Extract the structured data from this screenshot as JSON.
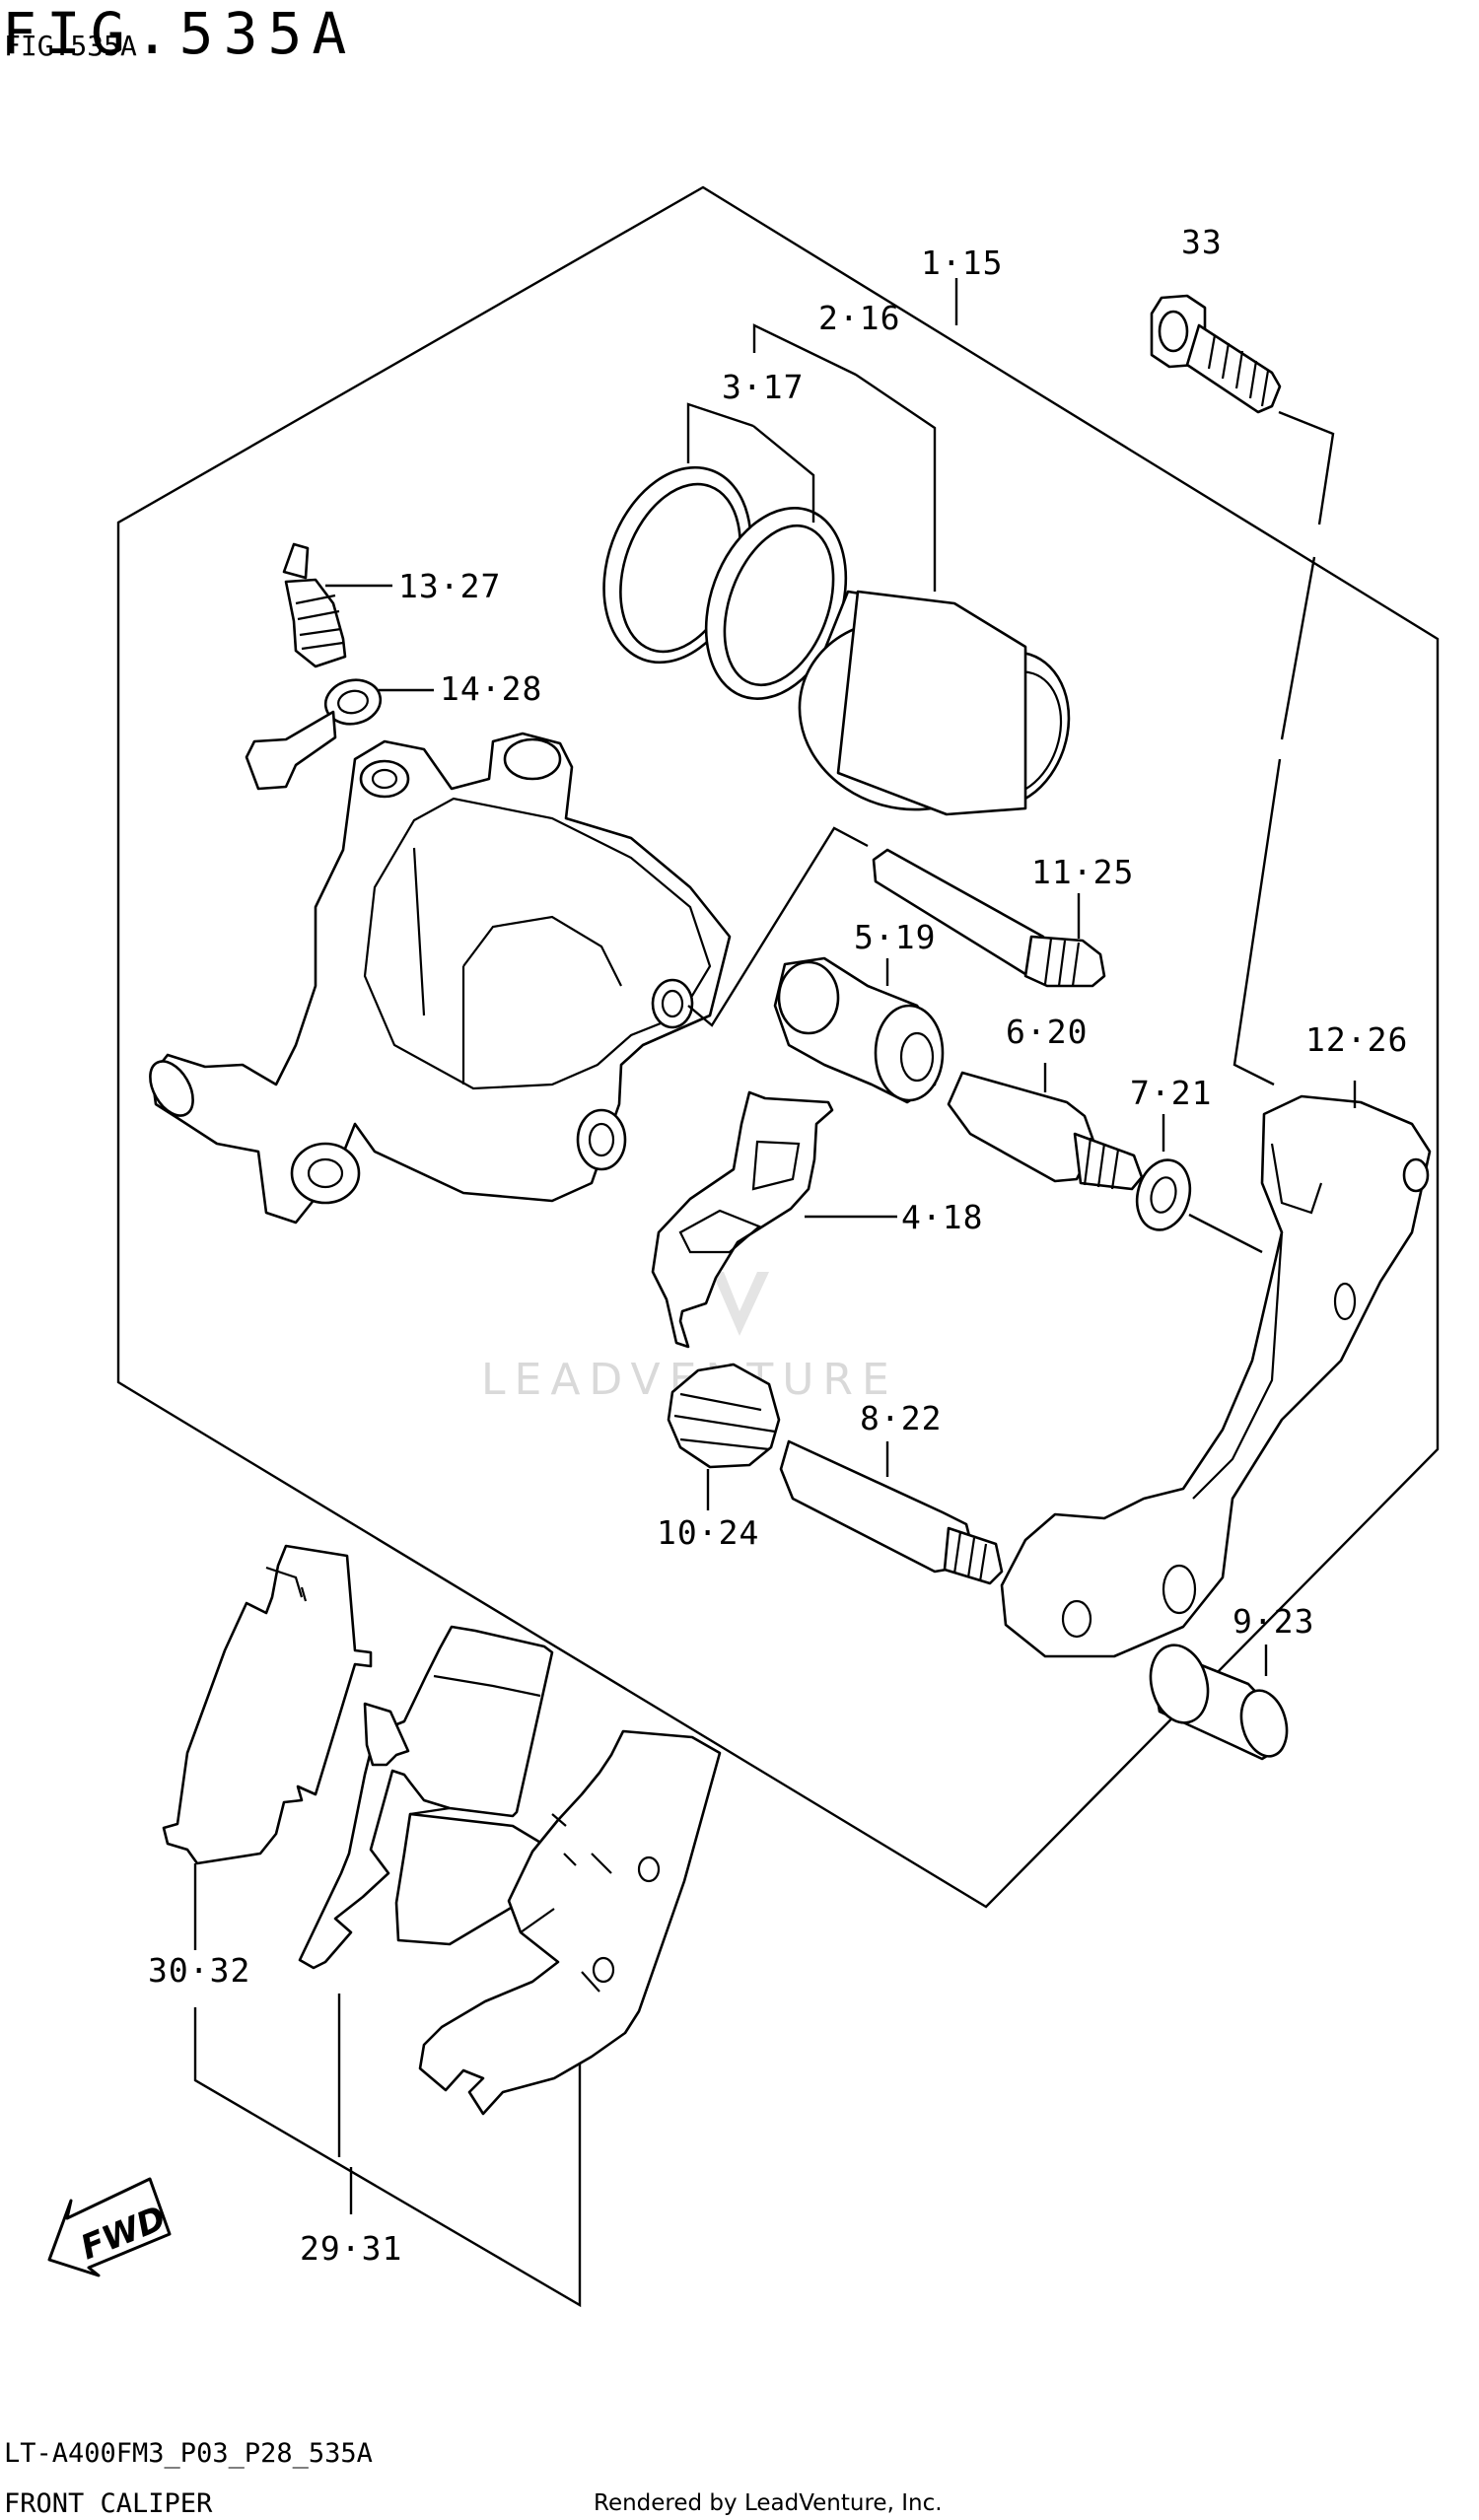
{
  "figure": {
    "title": "FIG.535A",
    "title_overprint": "FIG.535A"
  },
  "watermark": "LEADVENTURE",
  "callouts": [
    {
      "id": "c33",
      "text": "33"
    },
    {
      "id": "c1-15",
      "text": "1·15"
    },
    {
      "id": "c2-16",
      "text": "2·16"
    },
    {
      "id": "c3-17",
      "text": "3·17"
    },
    {
      "id": "c13-27",
      "text": "13·27"
    },
    {
      "id": "c14-28",
      "text": "14·28"
    },
    {
      "id": "c11-25",
      "text": "11·25"
    },
    {
      "id": "c5-19",
      "text": "5·19"
    },
    {
      "id": "c6-20",
      "text": "6·20"
    },
    {
      "id": "c12-26",
      "text": "12·26"
    },
    {
      "id": "c7-21",
      "text": "7·21"
    },
    {
      "id": "c4-18",
      "text": "4·18"
    },
    {
      "id": "c8-22",
      "text": "8·22"
    },
    {
      "id": "c10-24",
      "text": "10·24"
    },
    {
      "id": "c9-23",
      "text": "9·23"
    },
    {
      "id": "c30-32",
      "text": "30·32"
    },
    {
      "id": "c29-31",
      "text": "29·31"
    }
  ],
  "fwd_label": "FWD",
  "footer": {
    "model_code": "LT-A400FM3_P03_P28_535A",
    "section_name": "FRONT CALIPER",
    "rendered_by": "Rendered by LeadVenture, Inc."
  }
}
